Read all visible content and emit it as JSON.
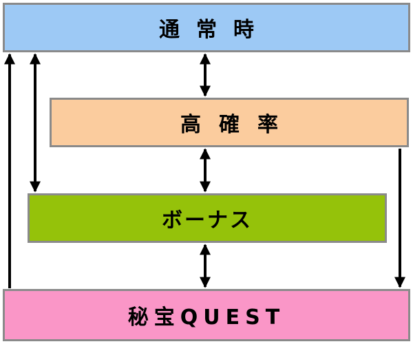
{
  "states": {
    "normal": "通常時",
    "high_probability": "高確率",
    "bonus": "ボーナス",
    "secret_quest": "秘宝QUEST"
  },
  "colors": {
    "normal": "#9dc9f5",
    "high_probability": "#fbcc9e",
    "bonus": "#95c20a",
    "secret_quest": "#fa96c7",
    "border": "#8a8a8a",
    "arrow": "#000000"
  },
  "transitions": [
    {
      "from": "secret_quest",
      "to": "normal",
      "direction": "one-way"
    },
    {
      "from": "normal",
      "to": "bonus",
      "direction": "two-way"
    },
    {
      "from": "normal",
      "to": "high_probability",
      "direction": "two-way"
    },
    {
      "from": "high_probability",
      "to": "bonus",
      "direction": "two-way"
    },
    {
      "from": "high_probability",
      "to": "secret_quest",
      "direction": "one-way"
    },
    {
      "from": "bonus",
      "to": "secret_quest",
      "direction": "two-way"
    }
  ]
}
